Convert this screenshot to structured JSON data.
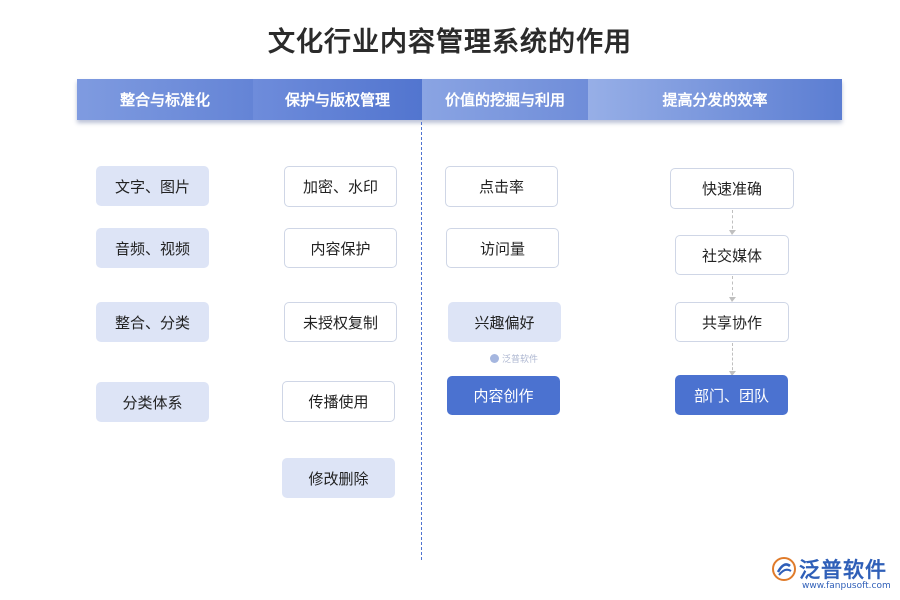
{
  "title": "文化行业内容管理系统的作用",
  "header": [
    "整合与标准化",
    "保护与版权管理",
    "价值的挖掘与利用",
    "提高分发的效率"
  ],
  "col1": [
    "文字、图片",
    "音频、视频",
    "整合、分类",
    "分类体系"
  ],
  "col2": [
    "加密、水印",
    "内容保护",
    "未授权复制",
    "传播使用",
    "修改删除"
  ],
  "col3": [
    "点击率",
    "访问量",
    "兴趣偏好",
    "内容创作"
  ],
  "col4": [
    "快速准确",
    "社交媒体",
    "共享协作",
    "部门、团队"
  ],
  "watermark": "泛普软件",
  "logo": {
    "name": "泛普软件",
    "url": "www.fanpusoft.com"
  },
  "colors": {
    "header": "#6484d6",
    "light_box": "#dde4f6",
    "dark_box": "#4b72d0",
    "divider": "#4f73cf",
    "brand": "#2f5fb8"
  }
}
